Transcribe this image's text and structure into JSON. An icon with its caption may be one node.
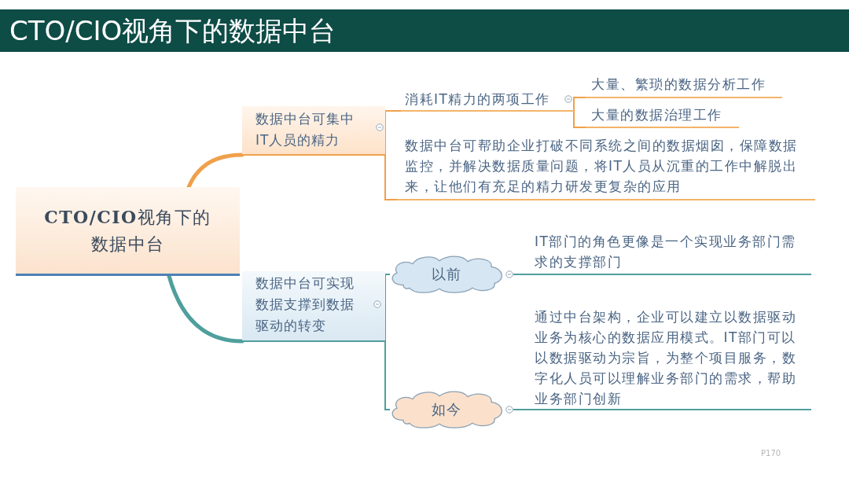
{
  "diagram": {
    "title": "CTO/CIO视角下的数据中台",
    "nodes": [
      {
        "text": [
          "**CTO/CIO**视角下的数据中台"
        ]
      },
      {
        "text": [
          "数据中台可集中IT人员的精力"
        ]
      },
      {
        "text": [
          "消耗IT精力的两项工作"
        ]
      },
      {
        "text": [
          "大量、繁琐的数据分析工作"
        ]
      },
      {
        "text": [
          "大量的数据治理工作"
        ]
      },
      {
        "text": [
          "数据中台可帮助企业打破不同系统之间的数据烟囱，保障数据监控，并解决数据质量问题，将IT人员从沉重的工作中解脱出来，让他们有充足的精力研发更复杂的应用"
        ]
      },
      {
        "text": [
          "数据中台可实现数据支撑到数据驱动的转变"
        ]
      },
      {
        "text": [
          "以前"
        ]
      },
      {
        "text": [
          "IT部门的角色更像是一个实现业务部门需求的支撑部门"
        ]
      },
      {
        "text": [
          "如今"
        ]
      },
      {
        "text": [
          "通过中台架构，企业可以建立以数据驱动业务为核心的数据应用模式。IT部门可以以数据驱动为宗旨，为整个项目服务，数字化人员可以理解业务部门的需求，帮助业务部门创新"
        ]
      }
    ],
    "edges": [
      {
        "from": 0,
        "to": 1,
        "arrow": "none",
        "style": "thick",
        "color": "#f0a04b"
      },
      {
        "from": 0,
        "to": 6,
        "arrow": "none",
        "style": "thick",
        "color": "#4f9f9c"
      },
      {
        "from": 1,
        "to": 2,
        "arrow": "none",
        "color": "#f0a04b"
      },
      {
        "from": 1,
        "to": 5,
        "arrow": "none",
        "color": "#f0a04b"
      },
      {
        "from": 2,
        "to": 3,
        "arrow": "none",
        "color": "#f0a04b"
      },
      {
        "from": 2,
        "to": 4,
        "arrow": "none",
        "color": "#f0a04b"
      },
      {
        "from": 6,
        "to": 7,
        "arrow": "none",
        "color": "#4f9f9c"
      },
      {
        "from": 6,
        "to": 9,
        "arrow": "none",
        "color": "#4f9f9c"
      },
      {
        "from": 7,
        "to": 8,
        "arrow": "none",
        "color": "#4f9f9c"
      },
      {
        "from": 9,
        "to": 10,
        "arrow": "none",
        "color": "#4f9f9c"
      }
    ],
    "labels": [
      "P170"
    ]
  }
}
